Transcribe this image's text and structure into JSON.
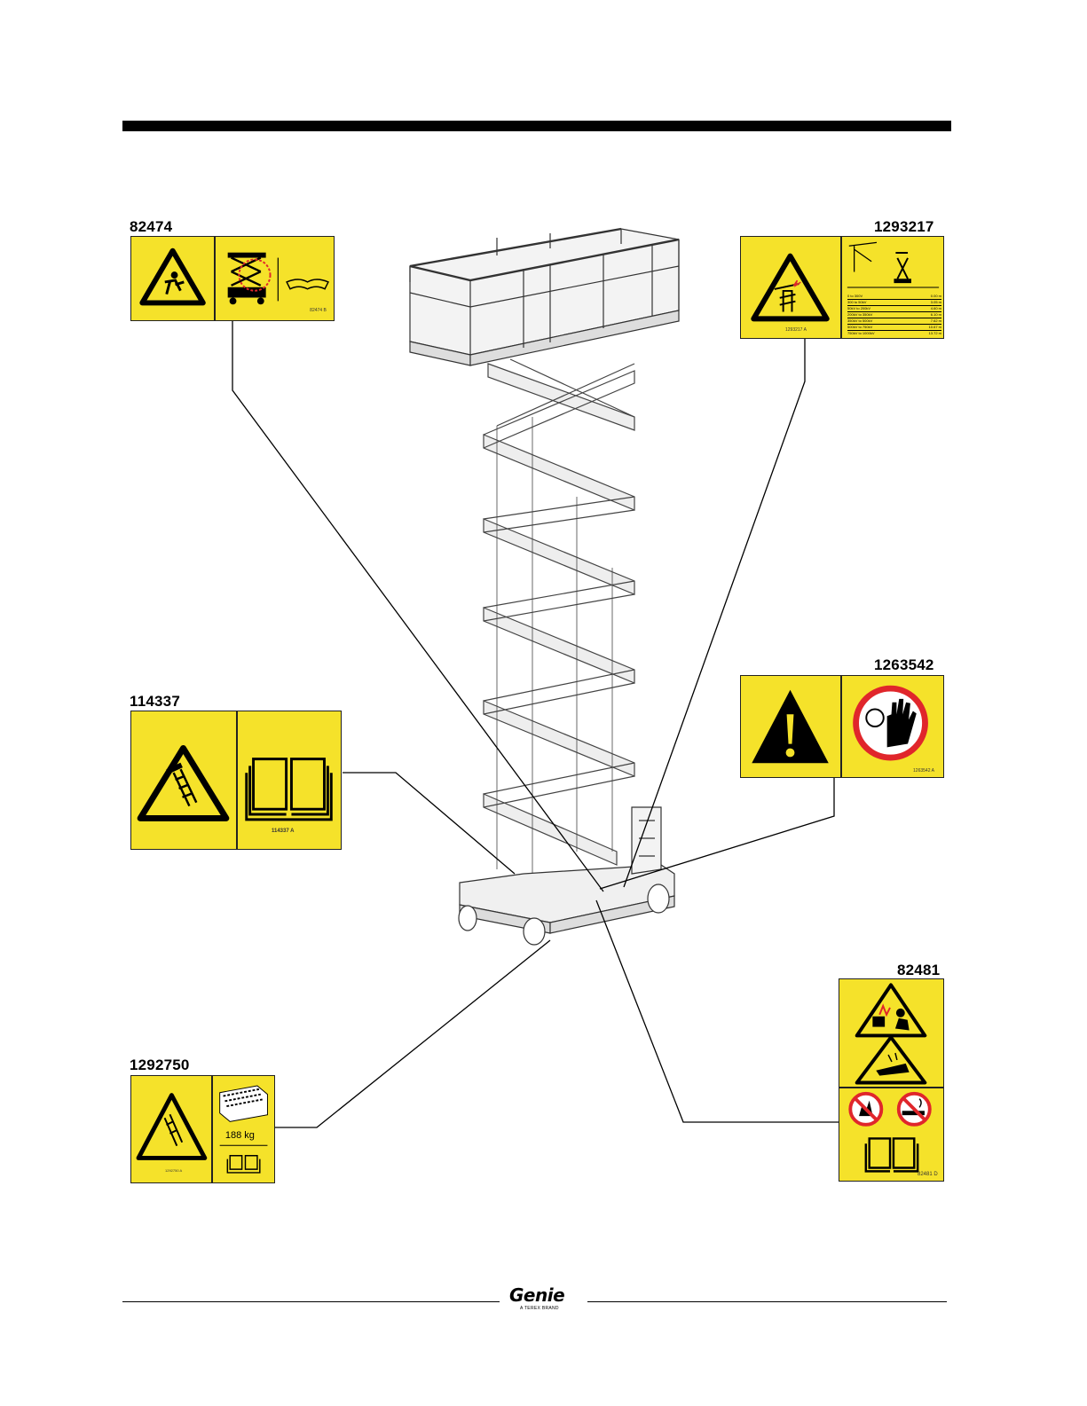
{
  "decals": {
    "d82474": {
      "number": "82474",
      "code": "82474 B"
    },
    "d1293217": {
      "number": "1293217",
      "code": "1293217 A",
      "table_rows": [
        "0 to 300V",
        "300 to 50kV",
        "50kV to 200kV",
        "200kV to 350kV",
        "350kV to 500kV",
        "500kV to 750kV",
        "750kV to 1000kV"
      ],
      "table_vals": [
        "0.00 m",
        "3.05 m",
        "4.60 m",
        "6.10 m",
        "7.62 m",
        "10.67 m",
        "13.72 m"
      ]
    },
    "d1263542": {
      "number": "1263542",
      "code": "1263542 A"
    },
    "d114337": {
      "number": "114337",
      "code": "114337 A"
    },
    "d1292750": {
      "number": "1292750",
      "code": "1292750 A",
      "weight": "188 kg"
    },
    "d82481": {
      "number": "82481",
      "code": "82481 D"
    }
  },
  "footer": {
    "brand": "Genie",
    "brand_sub": "A TEREX BRAND"
  },
  "colors": {
    "decal_yellow": "#f5e22a",
    "prohibition_red": "#e0262b"
  }
}
